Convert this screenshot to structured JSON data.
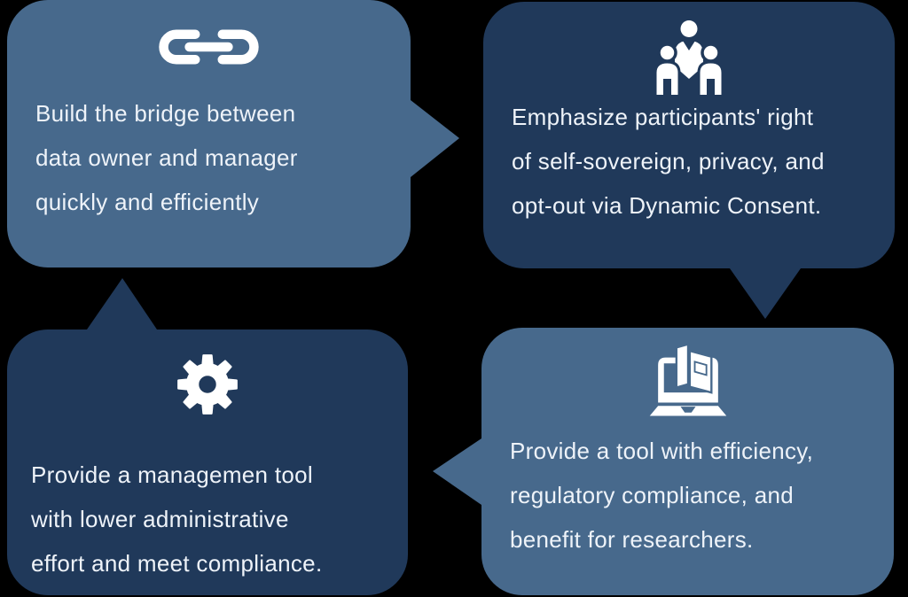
{
  "diagram": {
    "background_color": "#000000",
    "text_color": "#eef3f9",
    "icon_color": "#ffffff",
    "light_box_color": "#47698c",
    "dark_box_color": "#20395a",
    "cards": [
      {
        "id": "bridge",
        "theme": "light",
        "icon": "link-icon",
        "tail_direction": "right",
        "lines": [
          "Build the bridge between",
          "data owner and manager",
          "quickly and efficiently"
        ]
      },
      {
        "id": "participants",
        "theme": "dark",
        "icon": "people-icon",
        "tail_direction": "down",
        "lines": [
          "Emphasize participants' right",
          "of self-sovereign, privacy, and",
          "opt-out via Dynamic Consent."
        ]
      },
      {
        "id": "management",
        "theme": "dark",
        "icon": "gear-icon",
        "tail_direction": "up",
        "lines": [
          "Provide a managemen tool",
          "with lower administrative",
          "effort and meet compliance."
        ]
      },
      {
        "id": "researchers",
        "theme": "light",
        "icon": "laptop-books-icon",
        "tail_direction": "left",
        "lines": [
          "Provide a tool with efficiency,",
          "regulatory compliance, and",
          "benefit for researchers."
        ]
      }
    ]
  }
}
